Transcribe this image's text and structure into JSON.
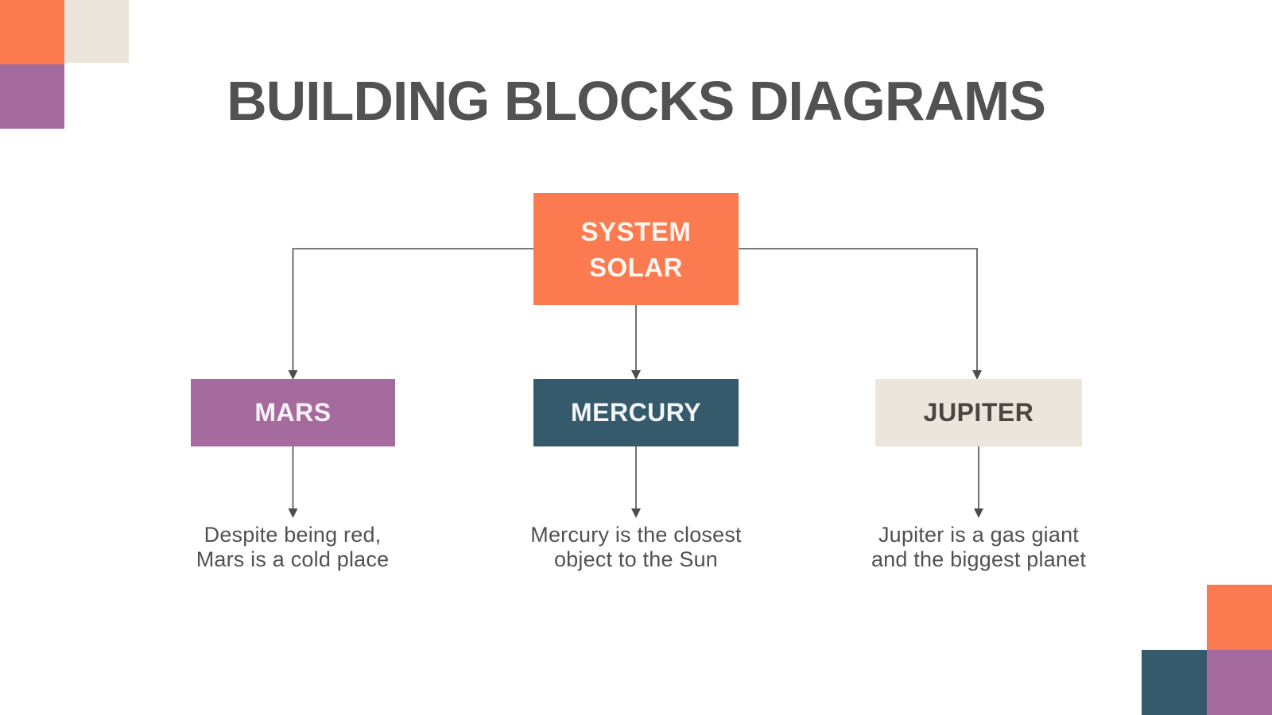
{
  "page": {
    "title": "BUILDING BLOCKS DIAGRAMS"
  },
  "palette": {
    "orange": "#FB7A4F",
    "purple": "#A66B9E",
    "teal": "#345A6C",
    "cream": "#EBE5DC",
    "title_text": "#525252",
    "body_text": "#515151",
    "connector": "#4D4D4D",
    "background": "#FFFFFF"
  },
  "diagram": {
    "root": {
      "label": "SYSTEM\nSOLAR",
      "color": "#FB7A4F"
    },
    "children": [
      {
        "label": "MARS",
        "color": "#A66B9E",
        "description": "Despite being red,\nMars is a cold place"
      },
      {
        "label": "MERCURY",
        "color": "#345A6C",
        "description": "Mercury is the closest\nobject to the Sun"
      },
      {
        "label": "JUPITER",
        "color": "#EBE5DC",
        "description": "Jupiter is a gas giant\nand the biggest planet"
      }
    ]
  },
  "decorations": {
    "top_left_squares": [
      "orange",
      "cream",
      "purple"
    ],
    "bottom_right_squares": [
      "orange",
      "teal",
      "purple"
    ]
  }
}
